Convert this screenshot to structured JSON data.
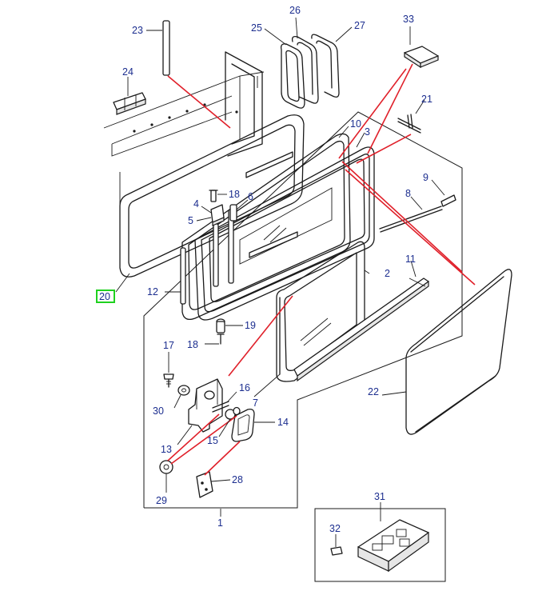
{
  "diagram": {
    "highlight_color": "#1fd11f",
    "accent_line_color": "#e0202a",
    "label_color": "#1c2e8f",
    "highlighted_callout": "20",
    "callouts": {
      "c1": "1",
      "c2": "2",
      "c3": "3",
      "c4": "4",
      "c5": "5",
      "c6": "6",
      "c7": "7",
      "c8": "8",
      "c9": "9",
      "c10": "10",
      "c11": "11",
      "c12": "12",
      "c13": "13",
      "c14": "14",
      "c15": "15",
      "c16": "16",
      "c17": "17",
      "c18a": "18",
      "c18b": "18",
      "c19": "19",
      "c20": "20",
      "c21": "21",
      "c22": "22",
      "c23": "23",
      "c24": "24",
      "c25": "25",
      "c26": "26",
      "c27": "27",
      "c28": "28",
      "c29": "29",
      "c30": "30",
      "c31": "31",
      "c32": "32",
      "c33": "33"
    }
  }
}
